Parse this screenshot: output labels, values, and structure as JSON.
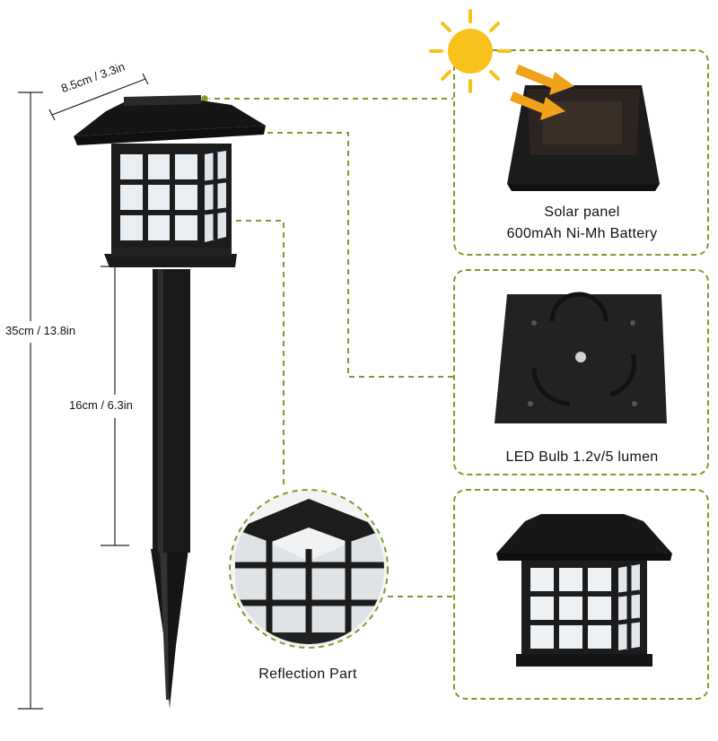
{
  "dimensions": {
    "width_label": "8.5cm / 3.3in",
    "total_height_label": "35cm / 13.8in",
    "stake_height_label": "16cm / 6.3in"
  },
  "panels": {
    "solar": {
      "line1": "Solar panel",
      "line2": "600mAh Ni-Mh Battery"
    },
    "led": {
      "line1": "LED Bulb 1.2v/5 lumen"
    },
    "lantern": {}
  },
  "reflection_label": "Reflection Part",
  "colors": {
    "accent_green": "#7f9a2e",
    "product_black": "#1c1c1c",
    "sun_yellow": "#f7c21b",
    "arrow_orange": "#f0a21a"
  }
}
